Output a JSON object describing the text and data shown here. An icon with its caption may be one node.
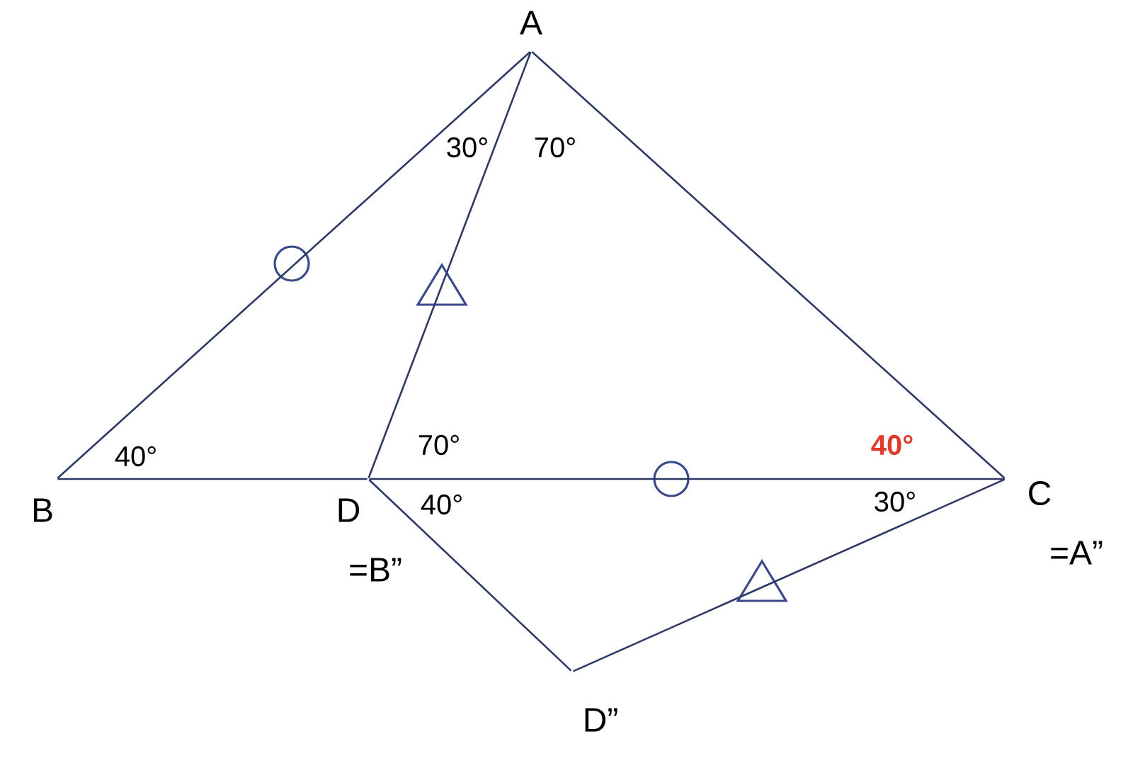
{
  "diagram": {
    "nodes": [
      {
        "text": [
          "A"
        ]
      },
      {
        "text": [
          "B"
        ]
      },
      {
        "text": [
          "D",
          "=B”"
        ]
      },
      {
        "text": [
          "C",
          "=A”"
        ]
      },
      {
        "text": [
          "D”"
        ]
      }
    ],
    "edges": [
      {
        "from": 0,
        "to": 1,
        "arrow": "none"
      },
      {
        "from": 0,
        "to": 2,
        "arrow": "none"
      },
      {
        "from": 0,
        "to": 3,
        "arrow": "none"
      },
      {
        "from": 1,
        "to": 2,
        "arrow": "none"
      },
      {
        "from": 2,
        "to": 3,
        "arrow": "none"
      },
      {
        "from": 2,
        "to": 4,
        "arrow": "none"
      },
      {
        "from": 4,
        "to": 3,
        "arrow": "none"
      }
    ],
    "labels": [
      "30°",
      "70°",
      "40°",
      "70°",
      "**40°**",
      "40°",
      "30°"
    ]
  }
}
